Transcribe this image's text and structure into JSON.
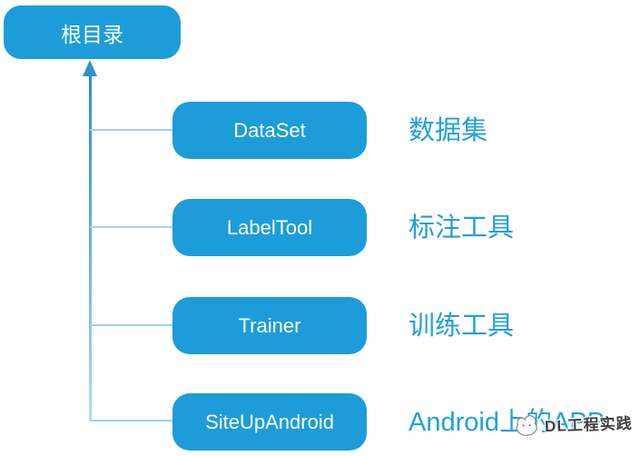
{
  "diagram": {
    "root": {
      "label": "根目录"
    },
    "items": [
      {
        "box": "DataSet",
        "description": "数据集"
      },
      {
        "box": "LabelTool",
        "description": "标注工具"
      },
      {
        "box": "Trainer",
        "description": "训练工具"
      },
      {
        "box": "SiteUpAndroid",
        "description": "Android上的APP"
      }
    ],
    "colors": {
      "node_fill": "#1c9dd9",
      "node_text": "#ffffff",
      "description_text": "#219fdb",
      "arrow_top": "#2e93cf",
      "connector_light": "#9fd2ef"
    }
  },
  "watermark": {
    "text": "DL工程实践",
    "logo": "cloud-logo-icon"
  }
}
